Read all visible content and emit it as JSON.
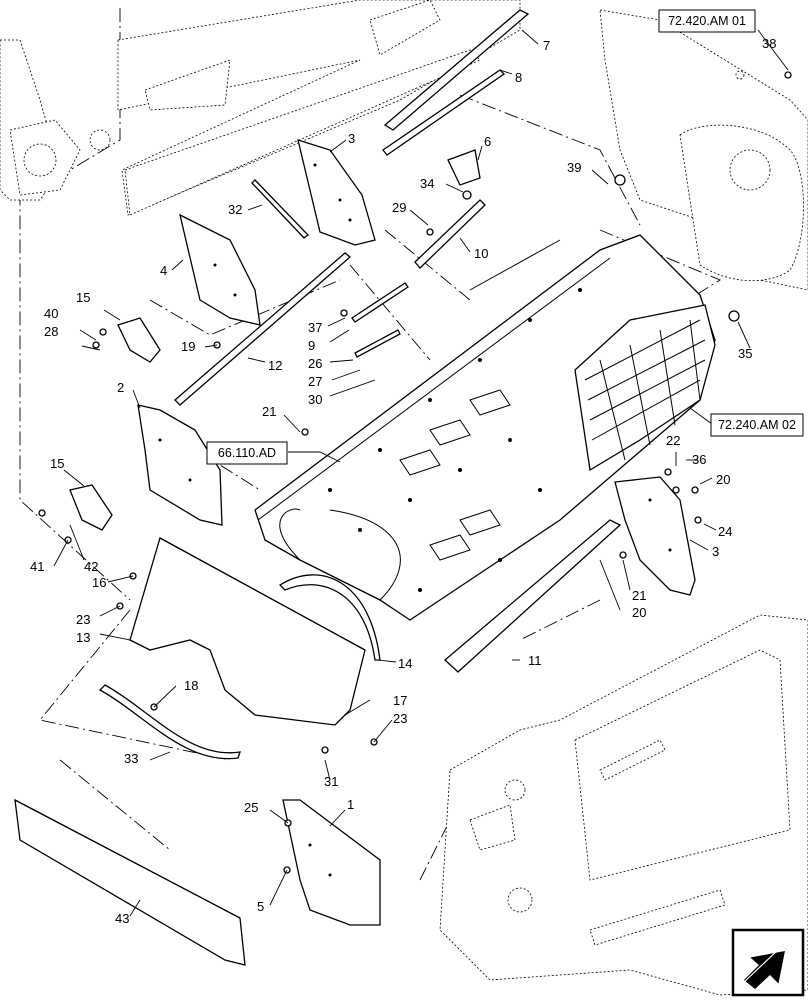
{
  "references": [
    "72.420.AM 01",
    "72.240.AM 02",
    "66.110.AD"
  ],
  "callouts": [
    "7",
    "8",
    "3",
    "6",
    "34",
    "29",
    "10",
    "32",
    "4",
    "15",
    "40",
    "28",
    "37",
    "9",
    "26",
    "27",
    "30",
    "19",
    "12",
    "2",
    "21",
    "38",
    "39",
    "35",
    "22",
    "36",
    "20",
    "24",
    "3",
    "15",
    "41",
    "42",
    "16",
    "23",
    "13",
    "14",
    "18",
    "17",
    "23",
    "31",
    "33",
    "25",
    "1",
    "5",
    "43",
    "11",
    "21",
    "20"
  ],
  "icons": {
    "navigation": "arrow-icon"
  }
}
